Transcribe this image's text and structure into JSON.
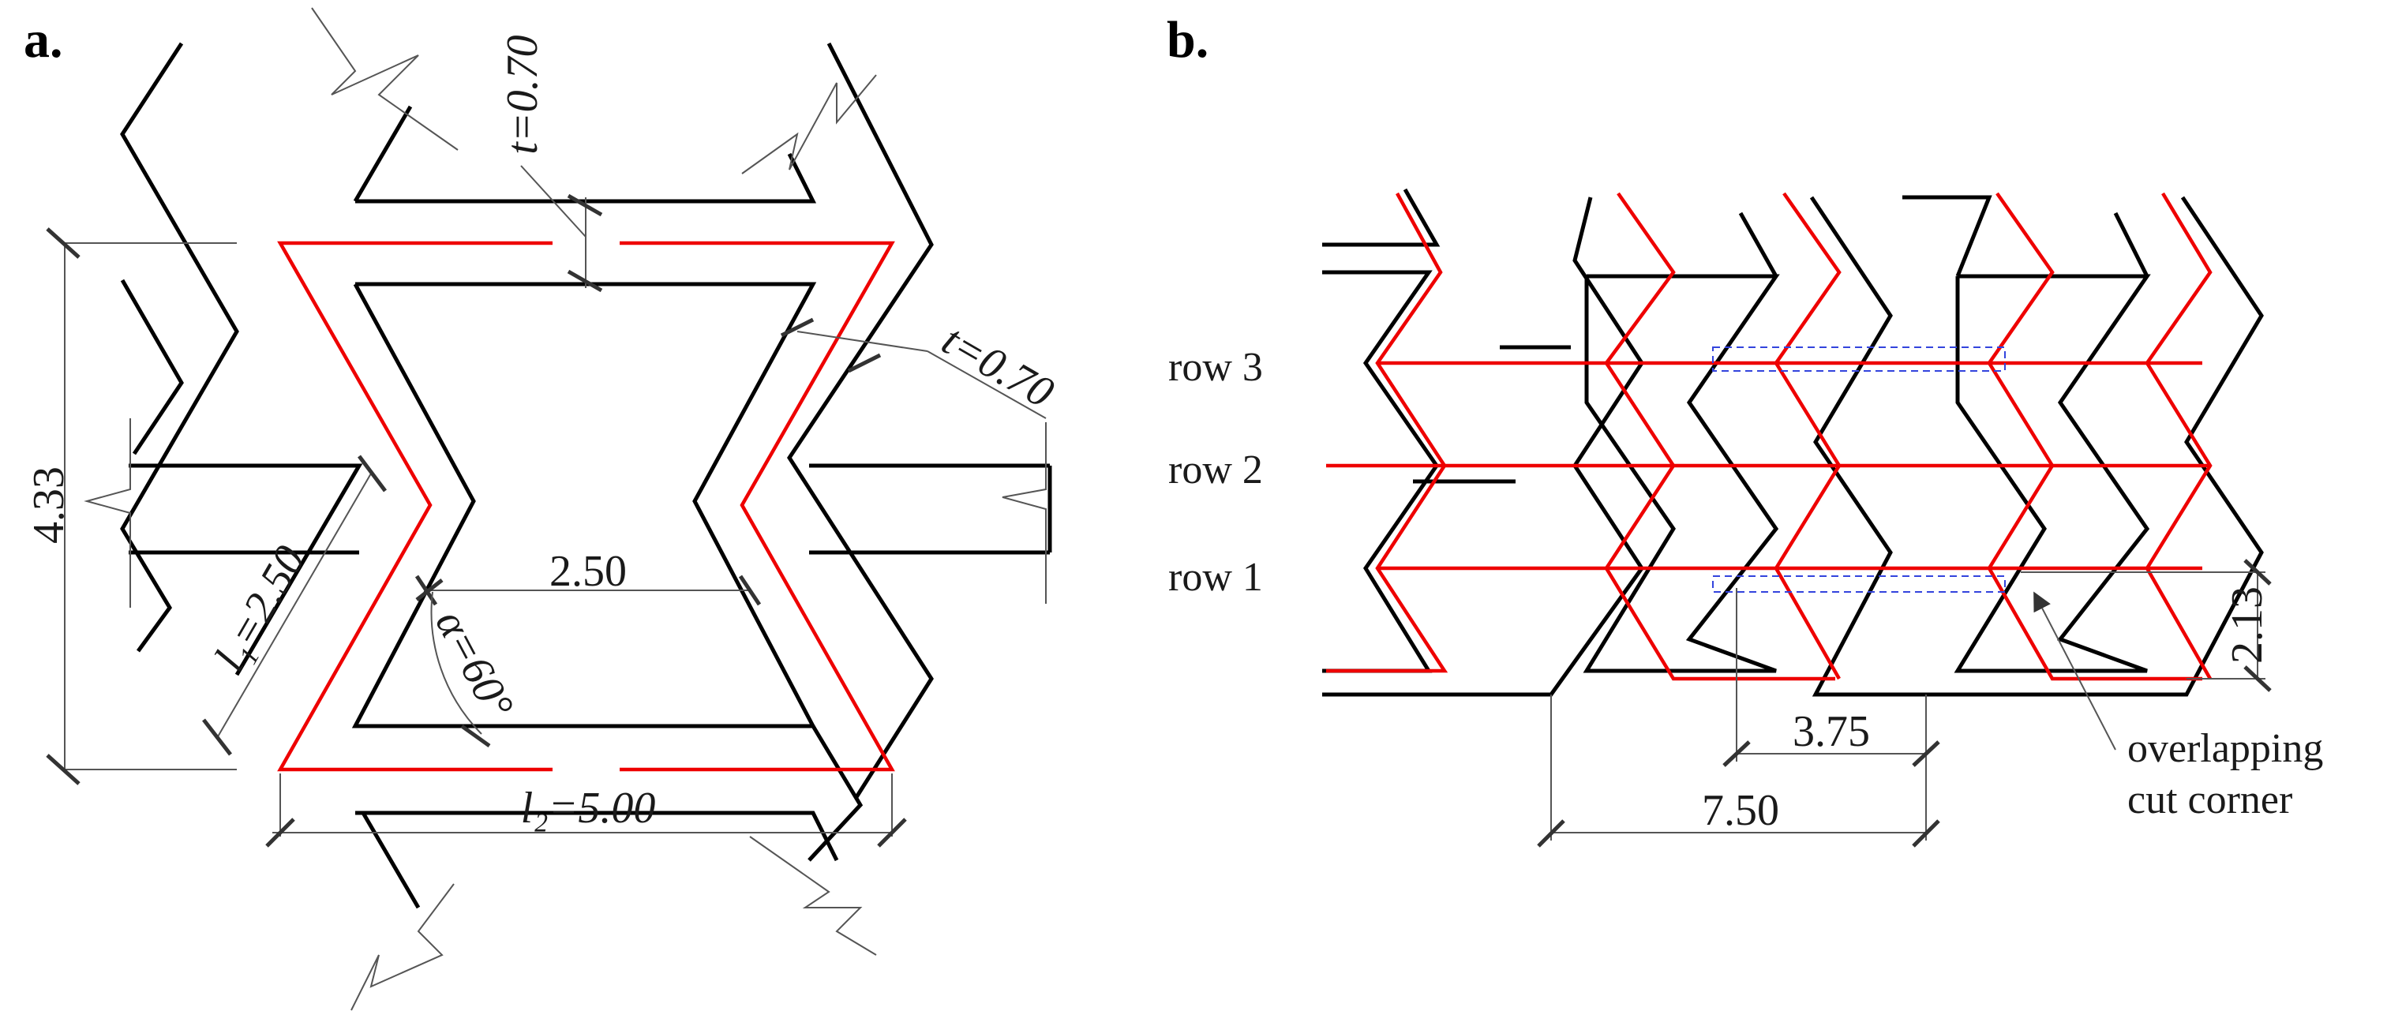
{
  "panels": {
    "a": {
      "label": "a.",
      "dims": {
        "height": "4.33",
        "t_top": "t=0.70",
        "t_right": "t=0.70",
        "l1": "l₁=2.50",
        "inner": "2.50",
        "alpha": "α=60°",
        "l2": "l₂=5.00"
      }
    },
    "b": {
      "label": "b.",
      "rows": [
        "row 3",
        "row 2",
        "row 1"
      ],
      "dims": {
        "d375": "3.75",
        "d750": "7.50",
        "d213": "2.13"
      },
      "annotation": [
        "overlapping",
        "cut corner"
      ]
    }
  },
  "colors": {
    "wall": "#000000",
    "centerline": "#ee0000",
    "dimension": "#555555",
    "overlap_box": "#3344dd"
  }
}
